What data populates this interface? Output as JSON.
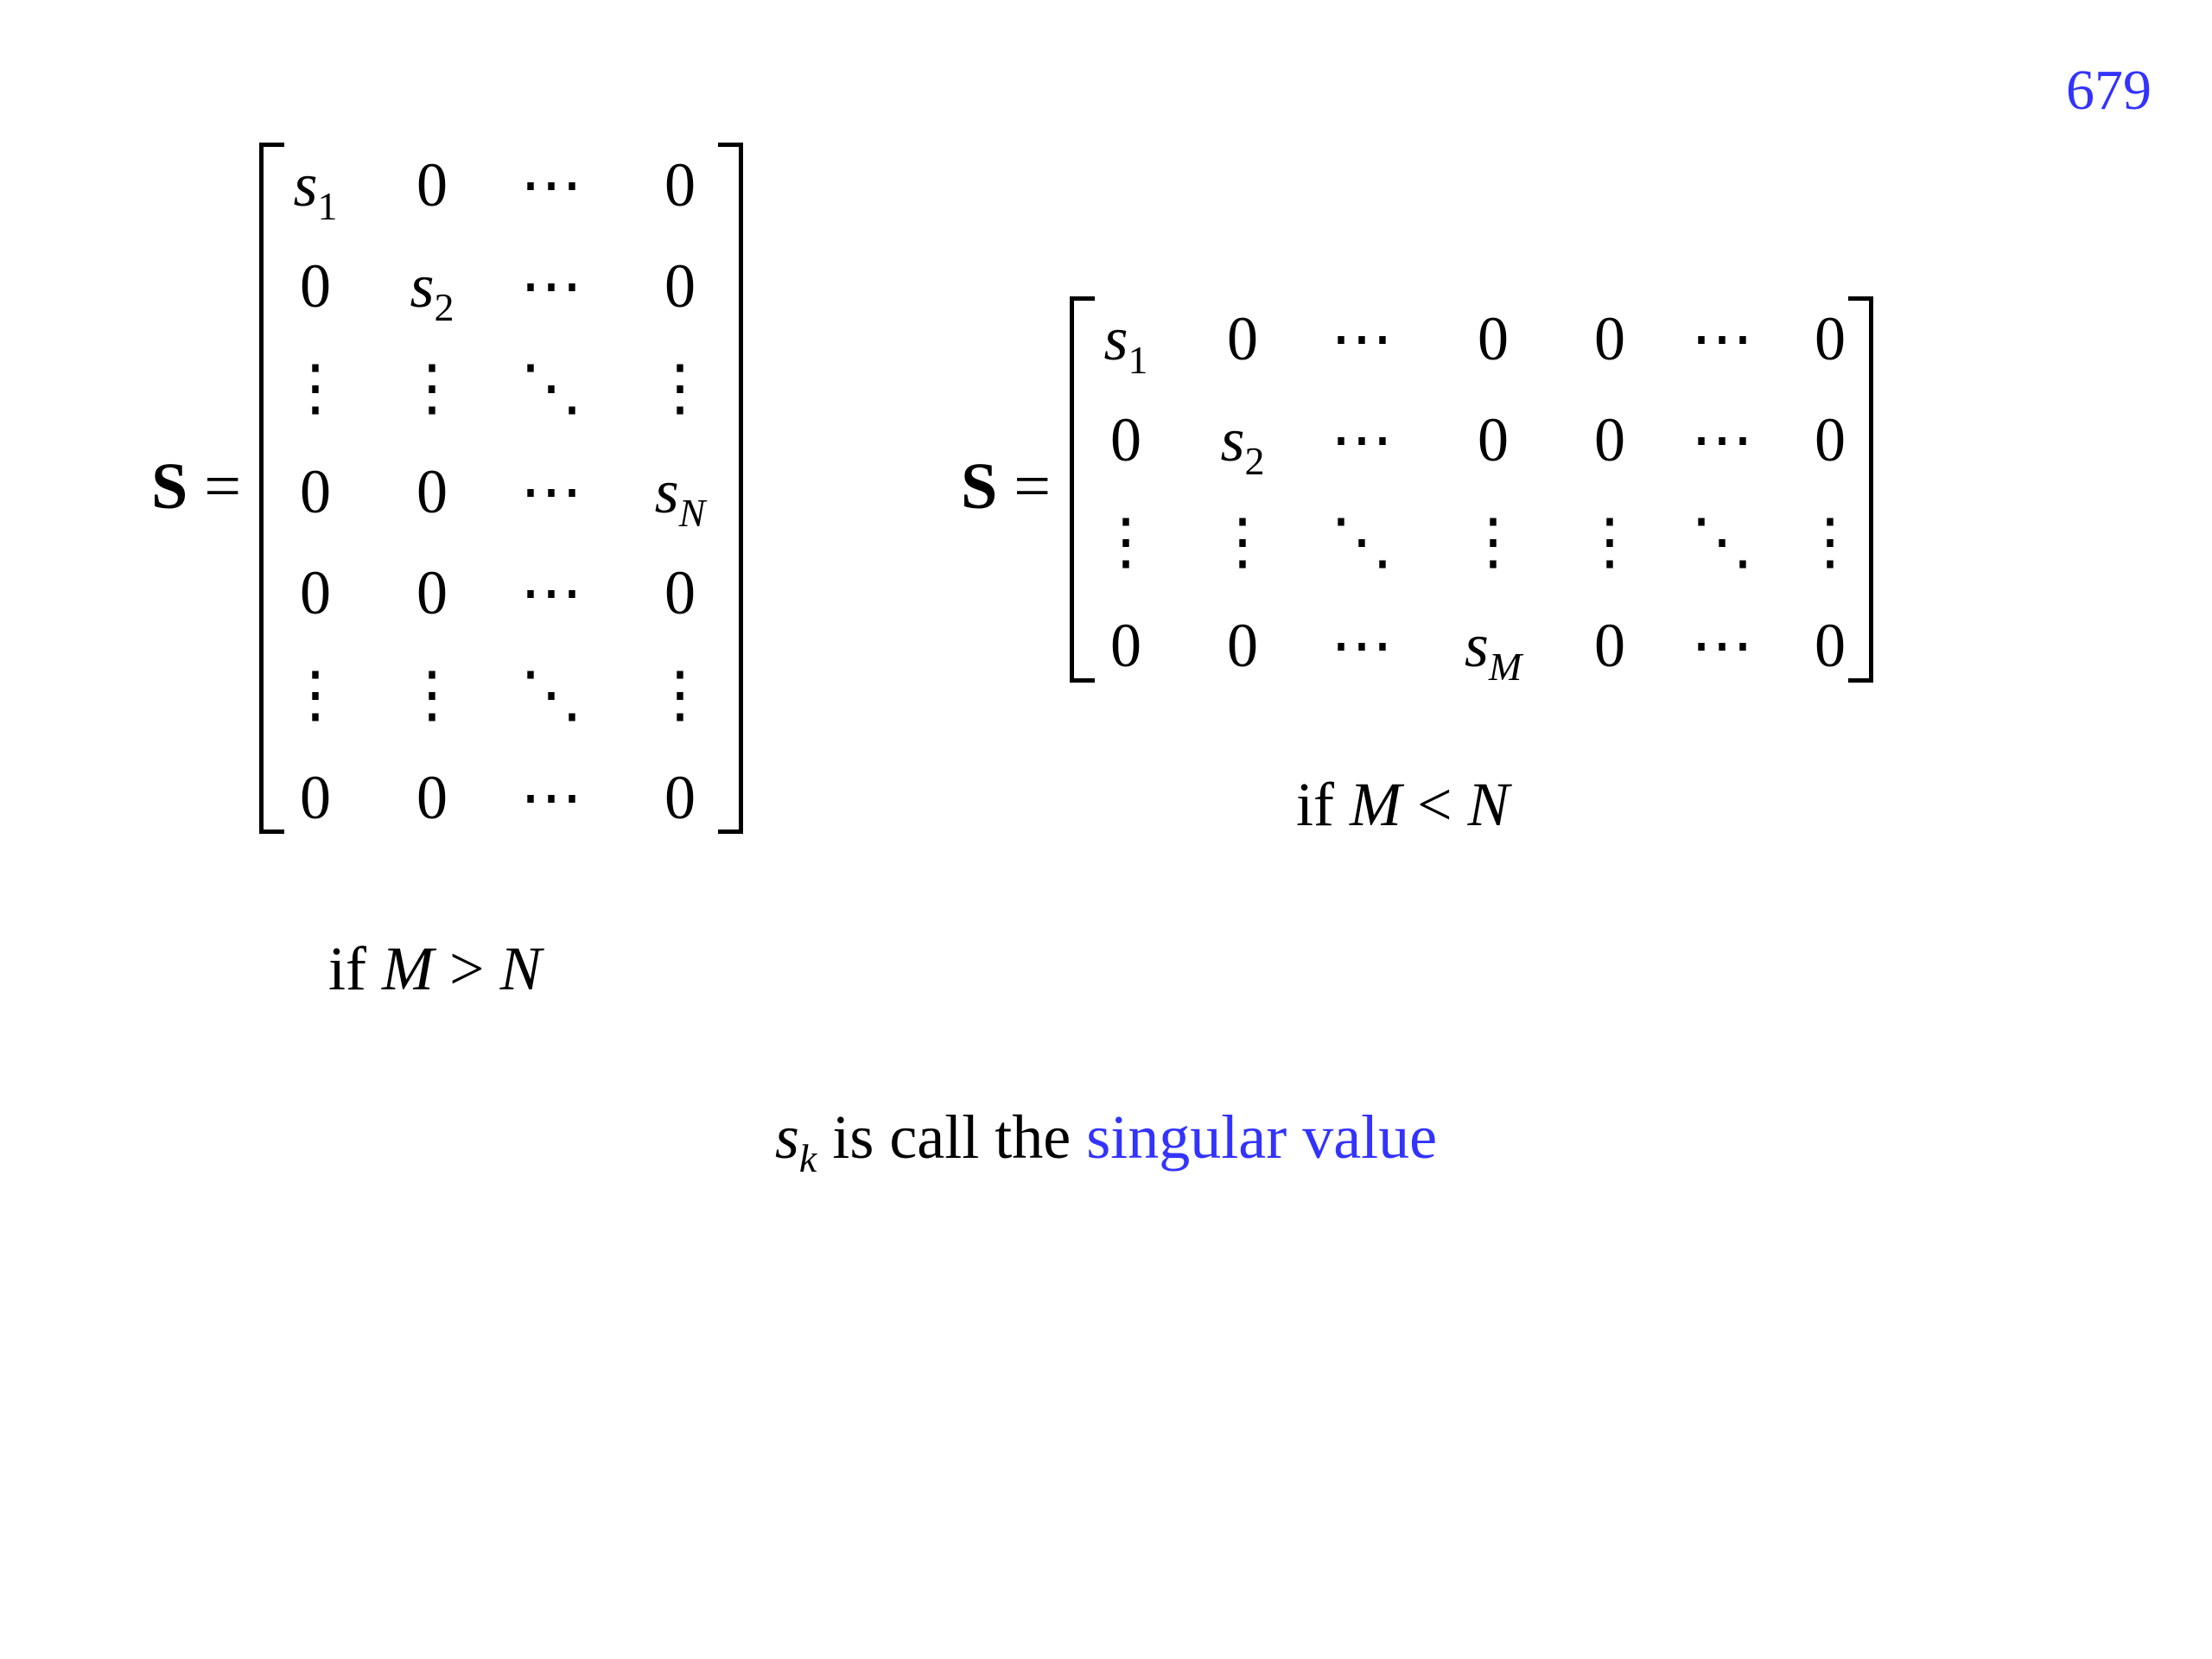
{
  "page_number": "679",
  "matrix_symbol": "S",
  "equals": "=",
  "left_matrix": {
    "rows": [
      [
        "s|1",
        "0",
        "⋯",
        "0"
      ],
      [
        "0",
        "s|2",
        "⋯",
        "0"
      ],
      [
        "⋮",
        "⋮",
        "⋱",
        "⋮"
      ],
      [
        "0",
        "0",
        "⋯",
        "s|N"
      ],
      [
        "0",
        "0",
        "⋯",
        "0"
      ],
      [
        "⋮",
        "⋮",
        "⋱",
        "⋮"
      ],
      [
        "0",
        "0",
        "⋯",
        "0"
      ]
    ],
    "condition": {
      "prefix": "if",
      "left": "M",
      "relation": ">",
      "right": "N"
    }
  },
  "right_matrix": {
    "rows": [
      [
        "s|1",
        "0",
        "⋯",
        "0",
        "0",
        "⋯",
        "0"
      ],
      [
        "0",
        "s|2",
        "⋯",
        "0",
        "0",
        "⋯",
        "0"
      ],
      [
        "⋮",
        "⋮",
        "⋱",
        "⋮",
        "⋮",
        "⋱",
        "⋮"
      ],
      [
        "0",
        "0",
        "⋯",
        "s|M",
        "0",
        "⋯",
        "0"
      ]
    ],
    "condition": {
      "prefix": "if",
      "left": "M",
      "relation": "<",
      "right": "N"
    }
  },
  "caption": {
    "var": "s",
    "var_sub": "k",
    "text": "is call the",
    "highlight": "singular value"
  },
  "colors": {
    "accent": "#3333ff",
    "text": "#000000"
  }
}
